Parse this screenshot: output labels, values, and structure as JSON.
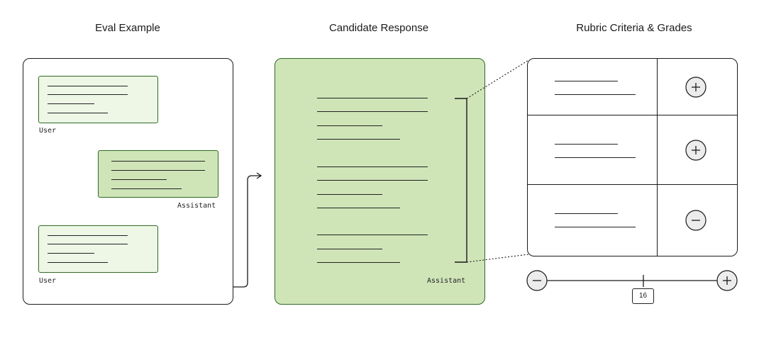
{
  "headings": {
    "eval_example": "Eval Example",
    "candidate_response": "Candidate Response",
    "rubric": "Rubric Criteria & Grades"
  },
  "eval_example": {
    "messages": [
      {
        "role_label": "User"
      },
      {
        "role_label": "Assistant"
      },
      {
        "role_label": "User"
      }
    ]
  },
  "candidate_response": {
    "role_label": "Assistant"
  },
  "rubric": {
    "rows": [
      {
        "grade": "plus-icon"
      },
      {
        "grade": "plus-icon"
      },
      {
        "grade": "minus-icon"
      }
    ]
  },
  "slider": {
    "value": "16",
    "min_icon": "minus-icon",
    "max_icon": "plus-icon"
  },
  "colors": {
    "user_bubble": "#eef6e6",
    "assistant_bubble": "#cfe5b8",
    "response_panel": "#cfe5b8",
    "border_green": "#2f6b22"
  }
}
